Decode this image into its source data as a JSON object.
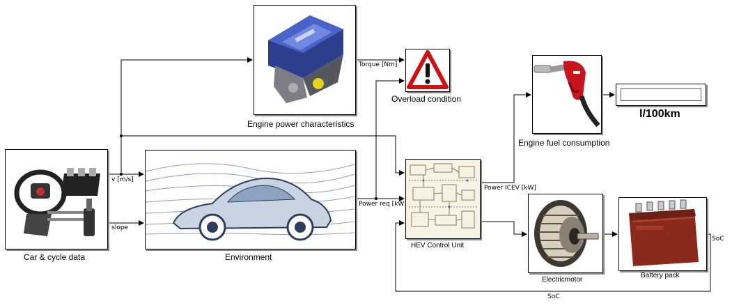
{
  "blocks": {
    "car_cycle": {
      "label": "Car & cycle data",
      "icon": "steering-wheel-pedals-icon"
    },
    "environment": {
      "label": "Environment",
      "icon": "car-aerodynamics-sketch-icon"
    },
    "engine_power": {
      "label": "Engine power characteristics",
      "icon": "engine-icon"
    },
    "overload": {
      "label": "Overload condition",
      "icon": "warning-triangle-icon"
    },
    "hev_control": {
      "label": "HEV Control Unit",
      "icon": "control-schematic-icon"
    },
    "fuel": {
      "label": "Engine fuel consumption",
      "icon": "fuel-nozzle-icon"
    },
    "display": {
      "unit": "l/100km"
    },
    "motor": {
      "label": "Electricmotor",
      "icon": "electric-motor-icon"
    },
    "battery": {
      "label": "Battery pack",
      "icon": "battery-icon"
    }
  },
  "signals": {
    "v": "v [m/s]",
    "slope": "slope",
    "torque": "Torque [Nm]",
    "power_req": "Power req [kW]",
    "power_icev": "Power ICEV [kW]",
    "soc_out": "SoC",
    "soc_feedback": "SoC"
  },
  "colors": {
    "wire": "#000000",
    "warning_red": "#cc1111",
    "fuel_red": "#c8141c",
    "battery_red": "#8a2a1c"
  }
}
